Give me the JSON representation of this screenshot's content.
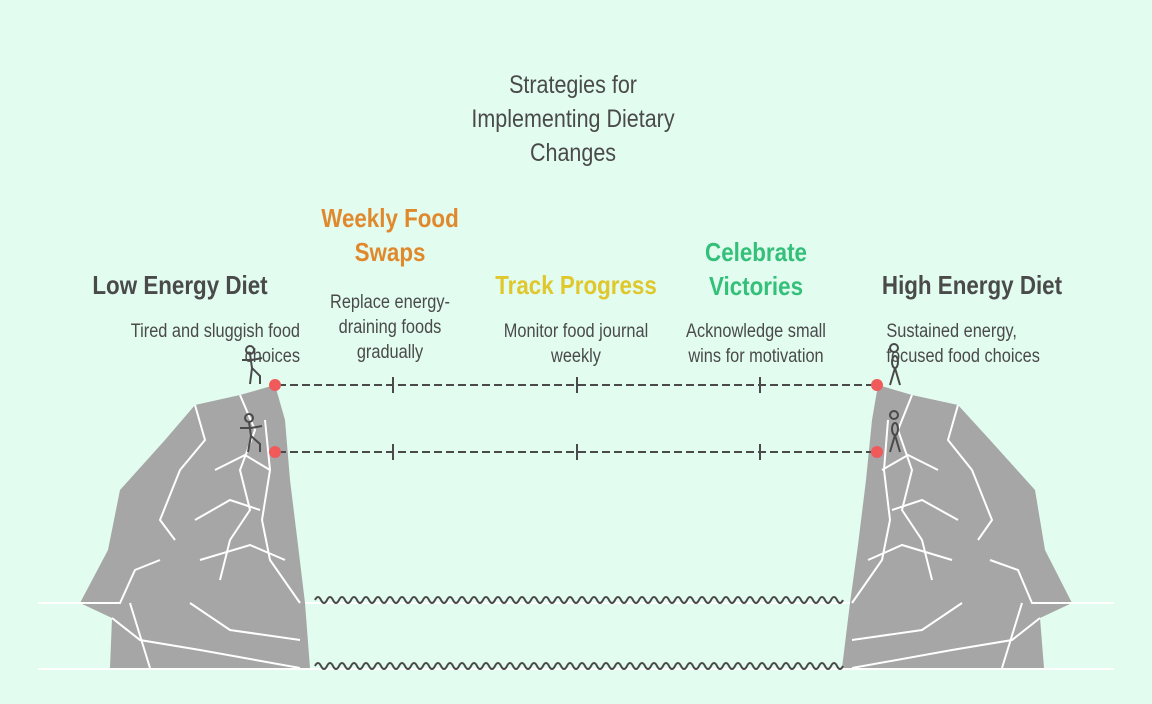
{
  "title": "Strategies for\nImplementing Dietary\nChanges",
  "left": {
    "heading": "Low Energy Diet",
    "description": "Tired and sluggish food\nchoices"
  },
  "right": {
    "heading": "High Energy Diet",
    "description": "Sustained energy,\nfocused food choices"
  },
  "steps": [
    {
      "heading": "Weekly Food\nSwaps",
      "description": "Replace energy-\ndraining foods\ngradually",
      "color": "#e0892c"
    },
    {
      "heading": "Track Progress",
      "description": "Monitor food journal\nweekly",
      "color": "#e0c72c"
    },
    {
      "heading": "Celebrate\nVictories",
      "description": "Acknowledge small\nwins for motivation",
      "color": "#35c07a"
    }
  ],
  "colors": {
    "background": "#e2fcf0",
    "rock": "#a6a6a6",
    "rope": "#4a4a4a",
    "anchor": "#f05a5a"
  }
}
